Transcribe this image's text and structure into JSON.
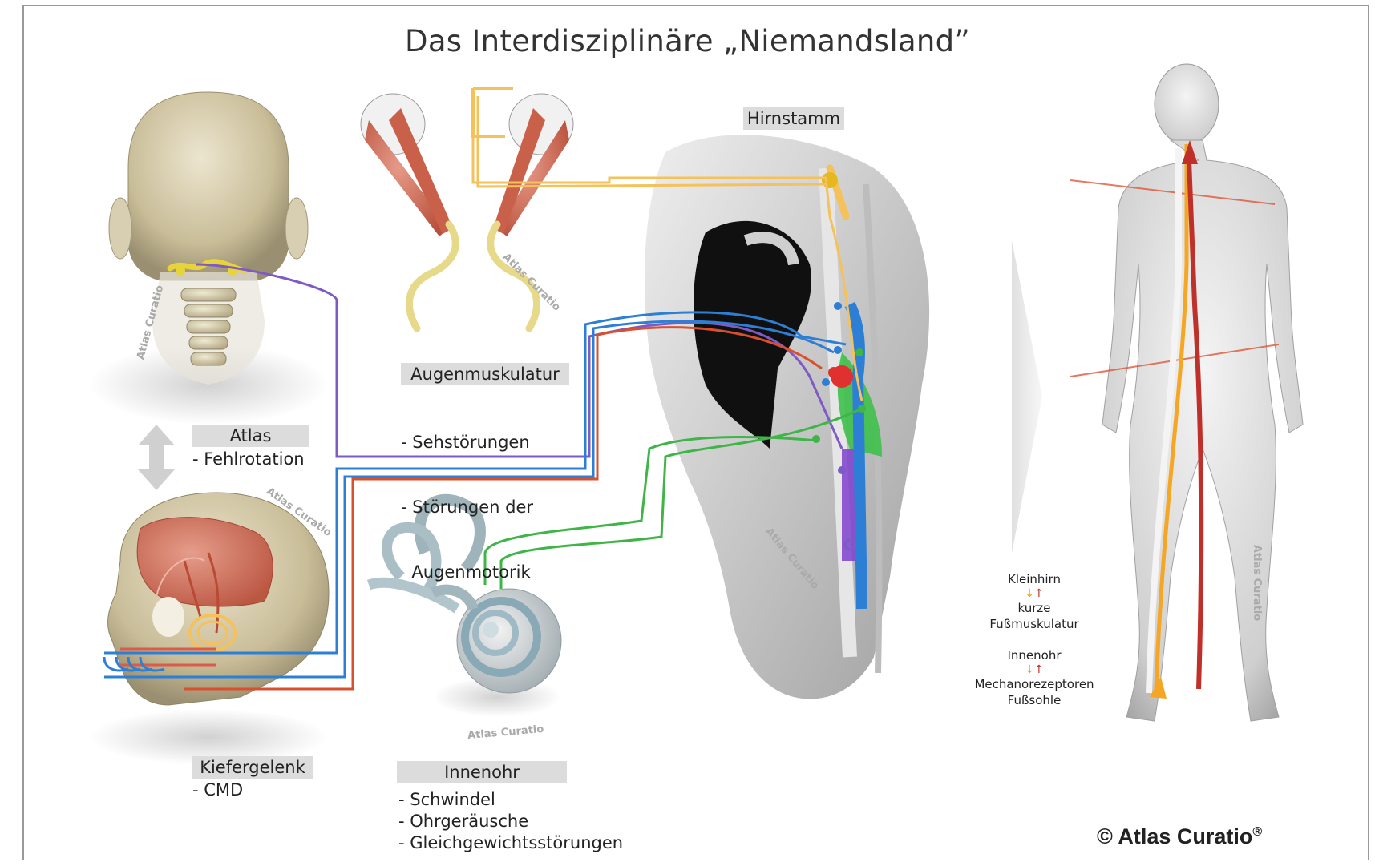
{
  "title": "Das Interdisziplinäre „Niemandsland”",
  "labels": {
    "atlas": {
      "heading": "Atlas",
      "items": [
        "- Fehlrotation"
      ]
    },
    "augen": {
      "heading": "Augenmuskulatur",
      "items": [
        "- Sehstörungen",
        "- Störungen der",
        "  Augenmotorik"
      ]
    },
    "hirnstamm": {
      "heading": "Hirnstamm"
    },
    "kiefer": {
      "heading": "Kiefergelenk",
      "items": [
        "- CMD"
      ]
    },
    "innenohr": {
      "heading": "Innenohr",
      "items": [
        "- Schwindel",
        "- Ohrgeräusche",
        "- Gleichgewichtsstörungen"
      ]
    }
  },
  "legend": {
    "block1": {
      "top": "Kleinhirn",
      "bottom_1": "kurze",
      "bottom_2": "Fußmuskulatur"
    },
    "block2": {
      "top": "Innenohr",
      "bottom_1": "Mechanorezeptoren",
      "bottom_2": "Fußsohle"
    }
  },
  "watermark": "Atlas Curatio",
  "copyright": {
    "text": "© Atlas Curatio",
    "mark": "®"
  },
  "colors": {
    "nerve_purple": "#7e5bc4",
    "nerve_blue": "#2d7fd6",
    "nerve_red": "#d9502e",
    "nerve_green": "#3fb548",
    "nerve_yellow": "#f4c15a",
    "label_bg": "#dcdcdc",
    "body_arrow_red": "#c0302a",
    "body_arrow_yellow": "#f5a623"
  }
}
